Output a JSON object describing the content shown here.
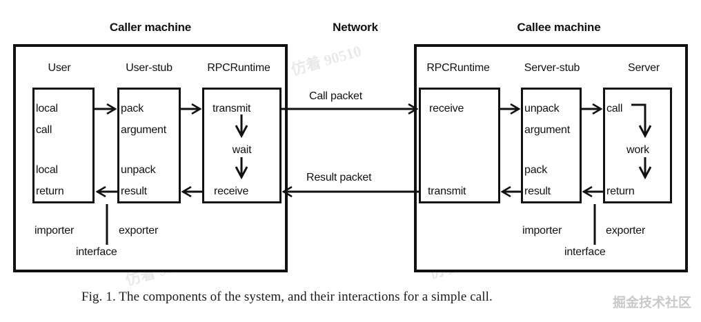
{
  "figure": {
    "caption": "Fig. 1.   The components of the system, and their interactions for a simple call.",
    "watermark_corner": "掘金技术社区",
    "watermark_tile": "仿着 90510"
  },
  "headings": {
    "caller_machine": "Caller machine",
    "network": "Network",
    "callee_machine": "Callee machine"
  },
  "caller": {
    "columns": {
      "user": "User",
      "user_stub": "User-stub",
      "rpcruntime": "RPCRuntime"
    },
    "user_box": {
      "line1": "local",
      "line2": "call",
      "line3": "local",
      "line4": "return"
    },
    "user_stub_box": {
      "line1": "pack",
      "line2": "argument",
      "line3": "unpack",
      "line4": "result"
    },
    "rpcruntime_box": {
      "line1": "transmit",
      "line2": "wait",
      "line3": "receive"
    },
    "footer": {
      "importer": "importer",
      "exporter": "exporter",
      "interface": "interface"
    }
  },
  "network": {
    "call_packet": "Call packet",
    "result_packet": "Result packet"
  },
  "callee": {
    "columns": {
      "rpcruntime": "RPCRuntime",
      "server_stub": "Server-stub",
      "server": "Server"
    },
    "rpcruntime_box": {
      "line1": "receive",
      "line2": "transmit"
    },
    "server_stub_box": {
      "line1": "unpack",
      "line2": "argument",
      "line3": "pack",
      "line4": "result"
    },
    "server_box": {
      "line1": "call",
      "line2": "work",
      "line3": "return"
    },
    "footer": {
      "importer": "importer",
      "exporter": "exporter",
      "interface": "interface"
    }
  },
  "colors": {
    "ink": "#111111",
    "paper": "#ffffff",
    "watermark": "#ececec"
  }
}
